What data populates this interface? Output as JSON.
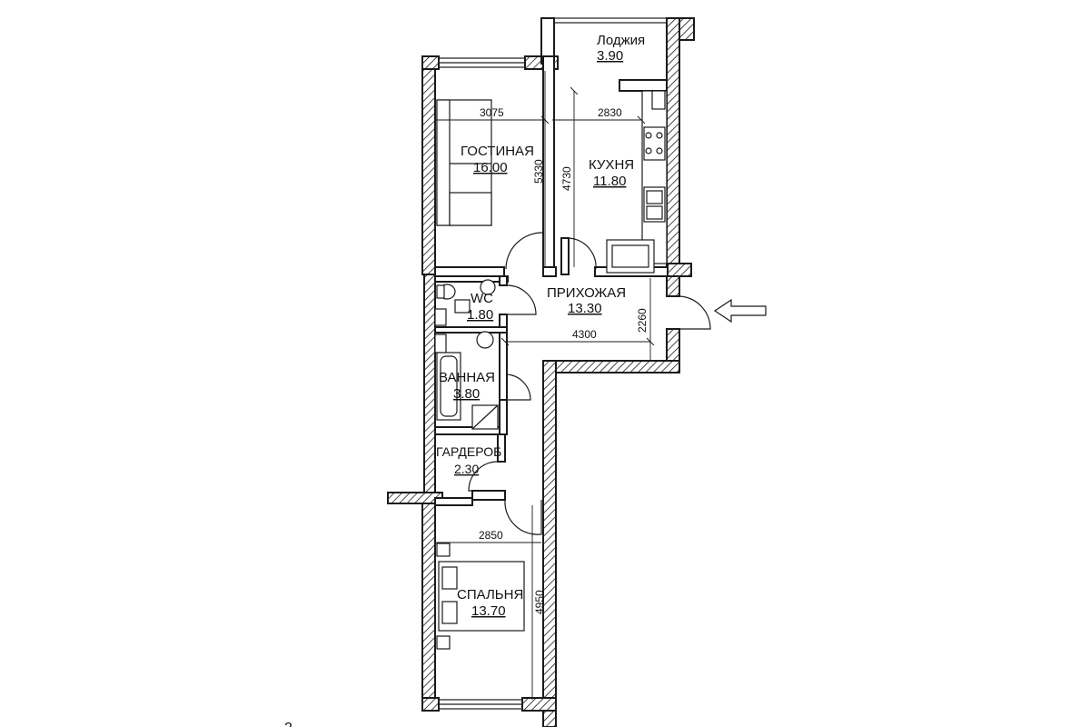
{
  "rooms": {
    "loggia": {
      "name": "Лоджия",
      "area": "3.90"
    },
    "living": {
      "name": "ГОСТИНАЯ",
      "area": "16.00"
    },
    "kitchen": {
      "name": "КУХНЯ",
      "area": "11.80"
    },
    "hall": {
      "name": "ПРИХОЖАЯ",
      "area": "13.30"
    },
    "wc": {
      "name": "WC",
      "area": "1.80"
    },
    "bath": {
      "name": "ВАННАЯ",
      "area": "3.80"
    },
    "wardrobe": {
      "name": "ГАРДЕРОБ",
      "area": "2.30"
    },
    "bedroom": {
      "name": "СПАЛЬНЯ",
      "area": "13.70"
    }
  },
  "dimensions": {
    "living_width": "3075",
    "living_height": "5330",
    "kitchen_width": "2830",
    "kitchen_height": "4730",
    "hall_width": "4300",
    "hall_height": "2260",
    "bedroom_width": "2850",
    "bedroom_height": "4950"
  },
  "footer_fragment": "2",
  "colors": {
    "line": "#1a1a1a",
    "background": "#ffffff"
  },
  "icons": [
    "entrance-arrow-icon",
    "stove-icon",
    "sink-icon",
    "toilet-icon",
    "bathtub-icon",
    "bed-icon",
    "sofa-icon"
  ]
}
